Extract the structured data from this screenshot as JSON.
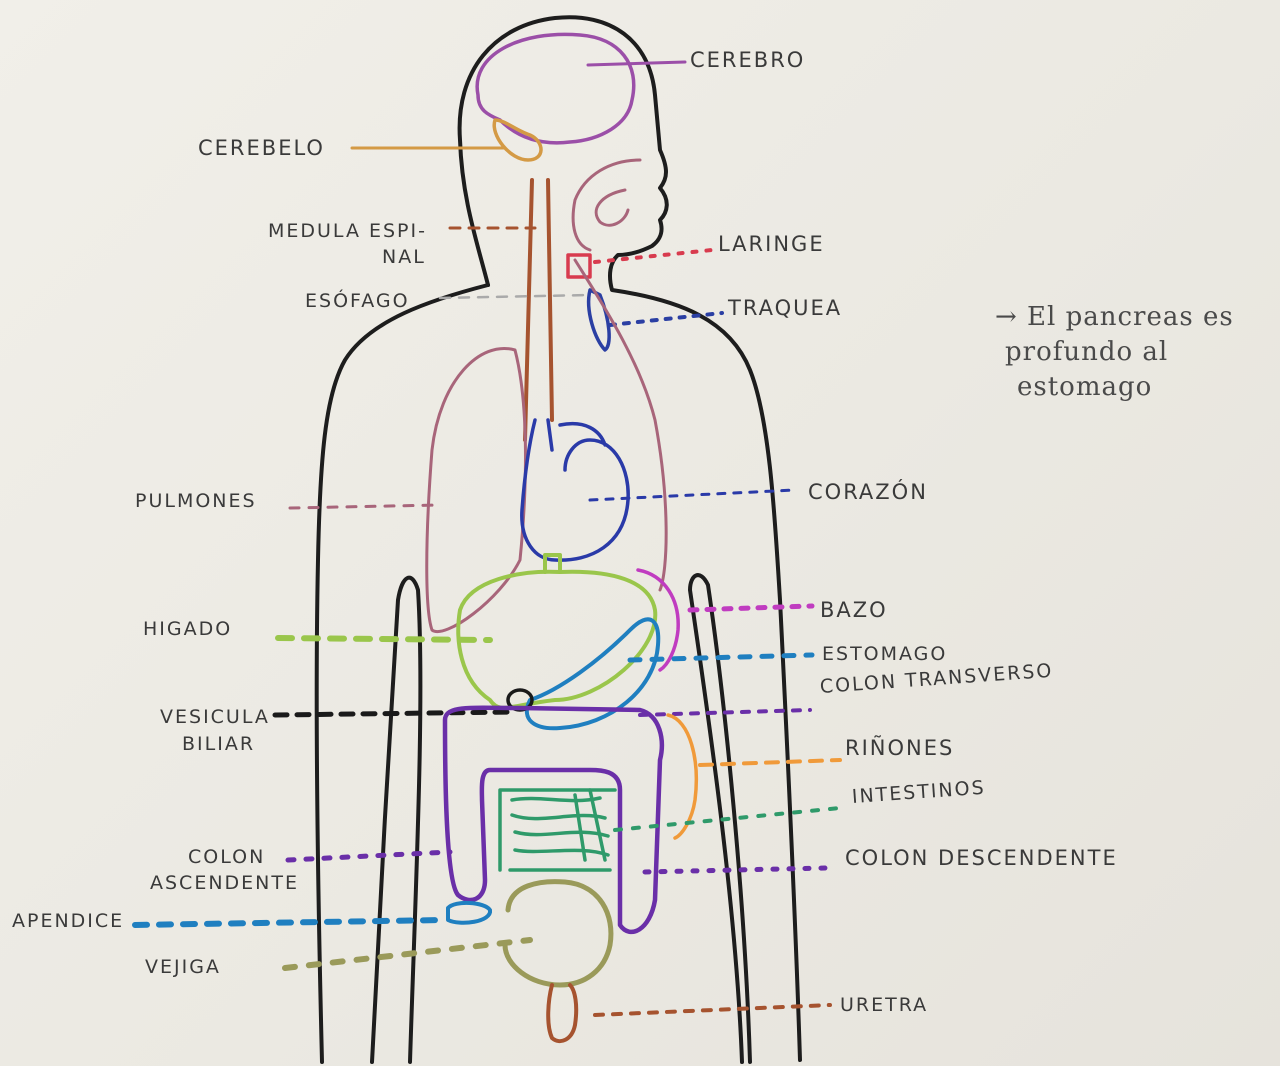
{
  "labels": {
    "cerebro": "CEREBRO",
    "cerebelo": "CEREBELO",
    "medula_line1": "MEDULA ESPI-",
    "medula_line2": "NAL",
    "laringe": "LARINGE",
    "esofago": "ESÓFAGO",
    "traquea": "TRAQUEA",
    "pulmones": "PULMONES",
    "corazon": "CORAZÓN",
    "bazo": "BAZO",
    "higado": "HIGADO",
    "estomago": "ESTOMAGO",
    "colon_transverso": "COLON TRANSVERSO",
    "vesicula_line1": "VESICULA",
    "vesicula_line2": "BILIAR",
    "rinones": "RIÑONES",
    "intestinos": "INTESTINOS",
    "colon_ascendente_line1": "COLON",
    "colon_ascendente_line2": "ASCENDENTE",
    "colon_descendente": "COLON DESCENDENTE",
    "apendice": "APENDICE",
    "vejiga": "VEJIGA",
    "uretra": "URETRA"
  },
  "note": {
    "line1": "→ El pancreas es",
    "line2": "profundo al",
    "line3": "estomago"
  },
  "colors": {
    "outline": "#1d1d1d",
    "brain": "#9b4fa8",
    "cerebellum": "#d49a45",
    "spinal": "#a6532f",
    "larynx": "#d83b4e",
    "trachea": "#2b3fa3",
    "lungs": "#a8657a",
    "heart": "#2a3aa8",
    "liver": "#9ac64b",
    "spleen": "#c03cc0",
    "stomach": "#1f7fc0",
    "colon": "#6a2fa8",
    "gallbladder": "#1a1a1a",
    "kidney": "#f09a3a",
    "intestines": "#2f9a6a",
    "bladder": "#9a9a5a",
    "urethra": "#a6532f"
  }
}
